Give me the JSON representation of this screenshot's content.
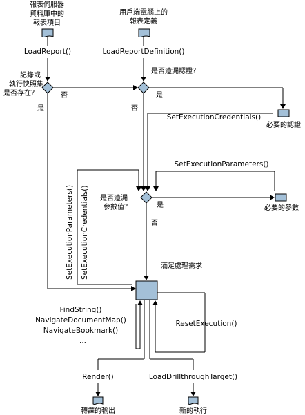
{
  "nodes": {
    "server_report_item": [
      "報表伺服器",
      "資料庫中的",
      "報表項目"
    ],
    "client_report_def": [
      "用戶端電腦上的",
      "報表定義"
    ],
    "process_needs": "滿足處理需求",
    "required_credentials": "必要的認證",
    "required_parameters": "必要的參數",
    "rendered_output": "轉譯的輸出",
    "new_execution": "新的執行"
  },
  "questions": {
    "exists": [
      "記錄或",
      "執行快照集",
      "是否存在？"
    ],
    "missing_credentials": "是否遺漏認證？",
    "missing_parameters": [
      "是否遺漏",
      "參數值？"
    ]
  },
  "answers": {
    "yes": "是",
    "no": "否"
  },
  "methods": {
    "load_report": "LoadReport()",
    "load_report_definition": "LoadReportDefinition()",
    "set_execution_credentials": "SetExecutionCredentials()",
    "set_execution_parameters": "SetExecutionParameters()",
    "reset_execution": "ResetExecution()",
    "render": "Render()",
    "load_drillthrough_target": "LoadDrillthroughTarget()",
    "interactive": [
      "FindString()",
      "NavigateDocumentMap()",
      "NavigateBookmark()",
      "..."
    ]
  },
  "colors": {
    "shape_fill": "#a3c0d8",
    "line": "#000000"
  }
}
